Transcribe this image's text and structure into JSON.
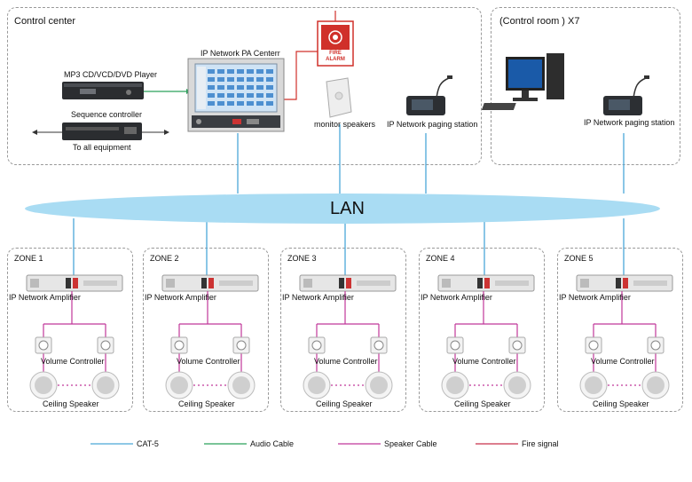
{
  "control_center": {
    "title": "Control center"
  },
  "control_room": {
    "title": "(Control room ) X7"
  },
  "devices": {
    "mp3_player": "MP3 CD/VCD/DVD Player",
    "sequence_controller": "Sequence controller",
    "to_all": "To  all  equipment",
    "pa_center": "IP Network PA Centerr",
    "fire_alarm": "FIRE\nALARM",
    "monitor_speakers": "monitor speakers",
    "paging_station_1": "IP Network paging station",
    "paging_station_2": "IP Network paging station"
  },
  "lan": {
    "label": "LAN"
  },
  "zones": [
    {
      "title": "ZONE 1",
      "amp": "IP Network Amplifier",
      "vol": "Volume Controller",
      "spk": "Ceiling Speaker"
    },
    {
      "title": "ZONE 2",
      "amp": "IP Network Amplifier",
      "vol": "Volume Controller",
      "spk": "Ceiling Speaker"
    },
    {
      "title": "ZONE 3",
      "amp": "IP Network Amplifier",
      "vol": "Volume Controller",
      "spk": "Ceiling Speaker"
    },
    {
      "title": "ZONE 4",
      "amp": "IP Network Amplifier",
      "vol": "Volume Controller",
      "spk": "Ceiling Speaker"
    },
    {
      "title": "ZONE 5",
      "amp": "IP Network Amplifier",
      "vol": "Volume Controller",
      "spk": "Ceiling Speaker"
    }
  ],
  "legend": [
    {
      "label": "CAT-5",
      "color": "#4aa8d8"
    },
    {
      "label": "Audio Cable",
      "color": "#2aa05a"
    },
    {
      "label": "Speaker Cable",
      "color": "#c0379a"
    },
    {
      "label": "Fire signal",
      "color": "#c8324a"
    }
  ],
  "colors": {
    "cat5": "#4aa8d8",
    "audio": "#2aa05a",
    "speaker": "#c0379a",
    "fire": "#d0302a",
    "lan_fill": "#a9dcf3"
  }
}
